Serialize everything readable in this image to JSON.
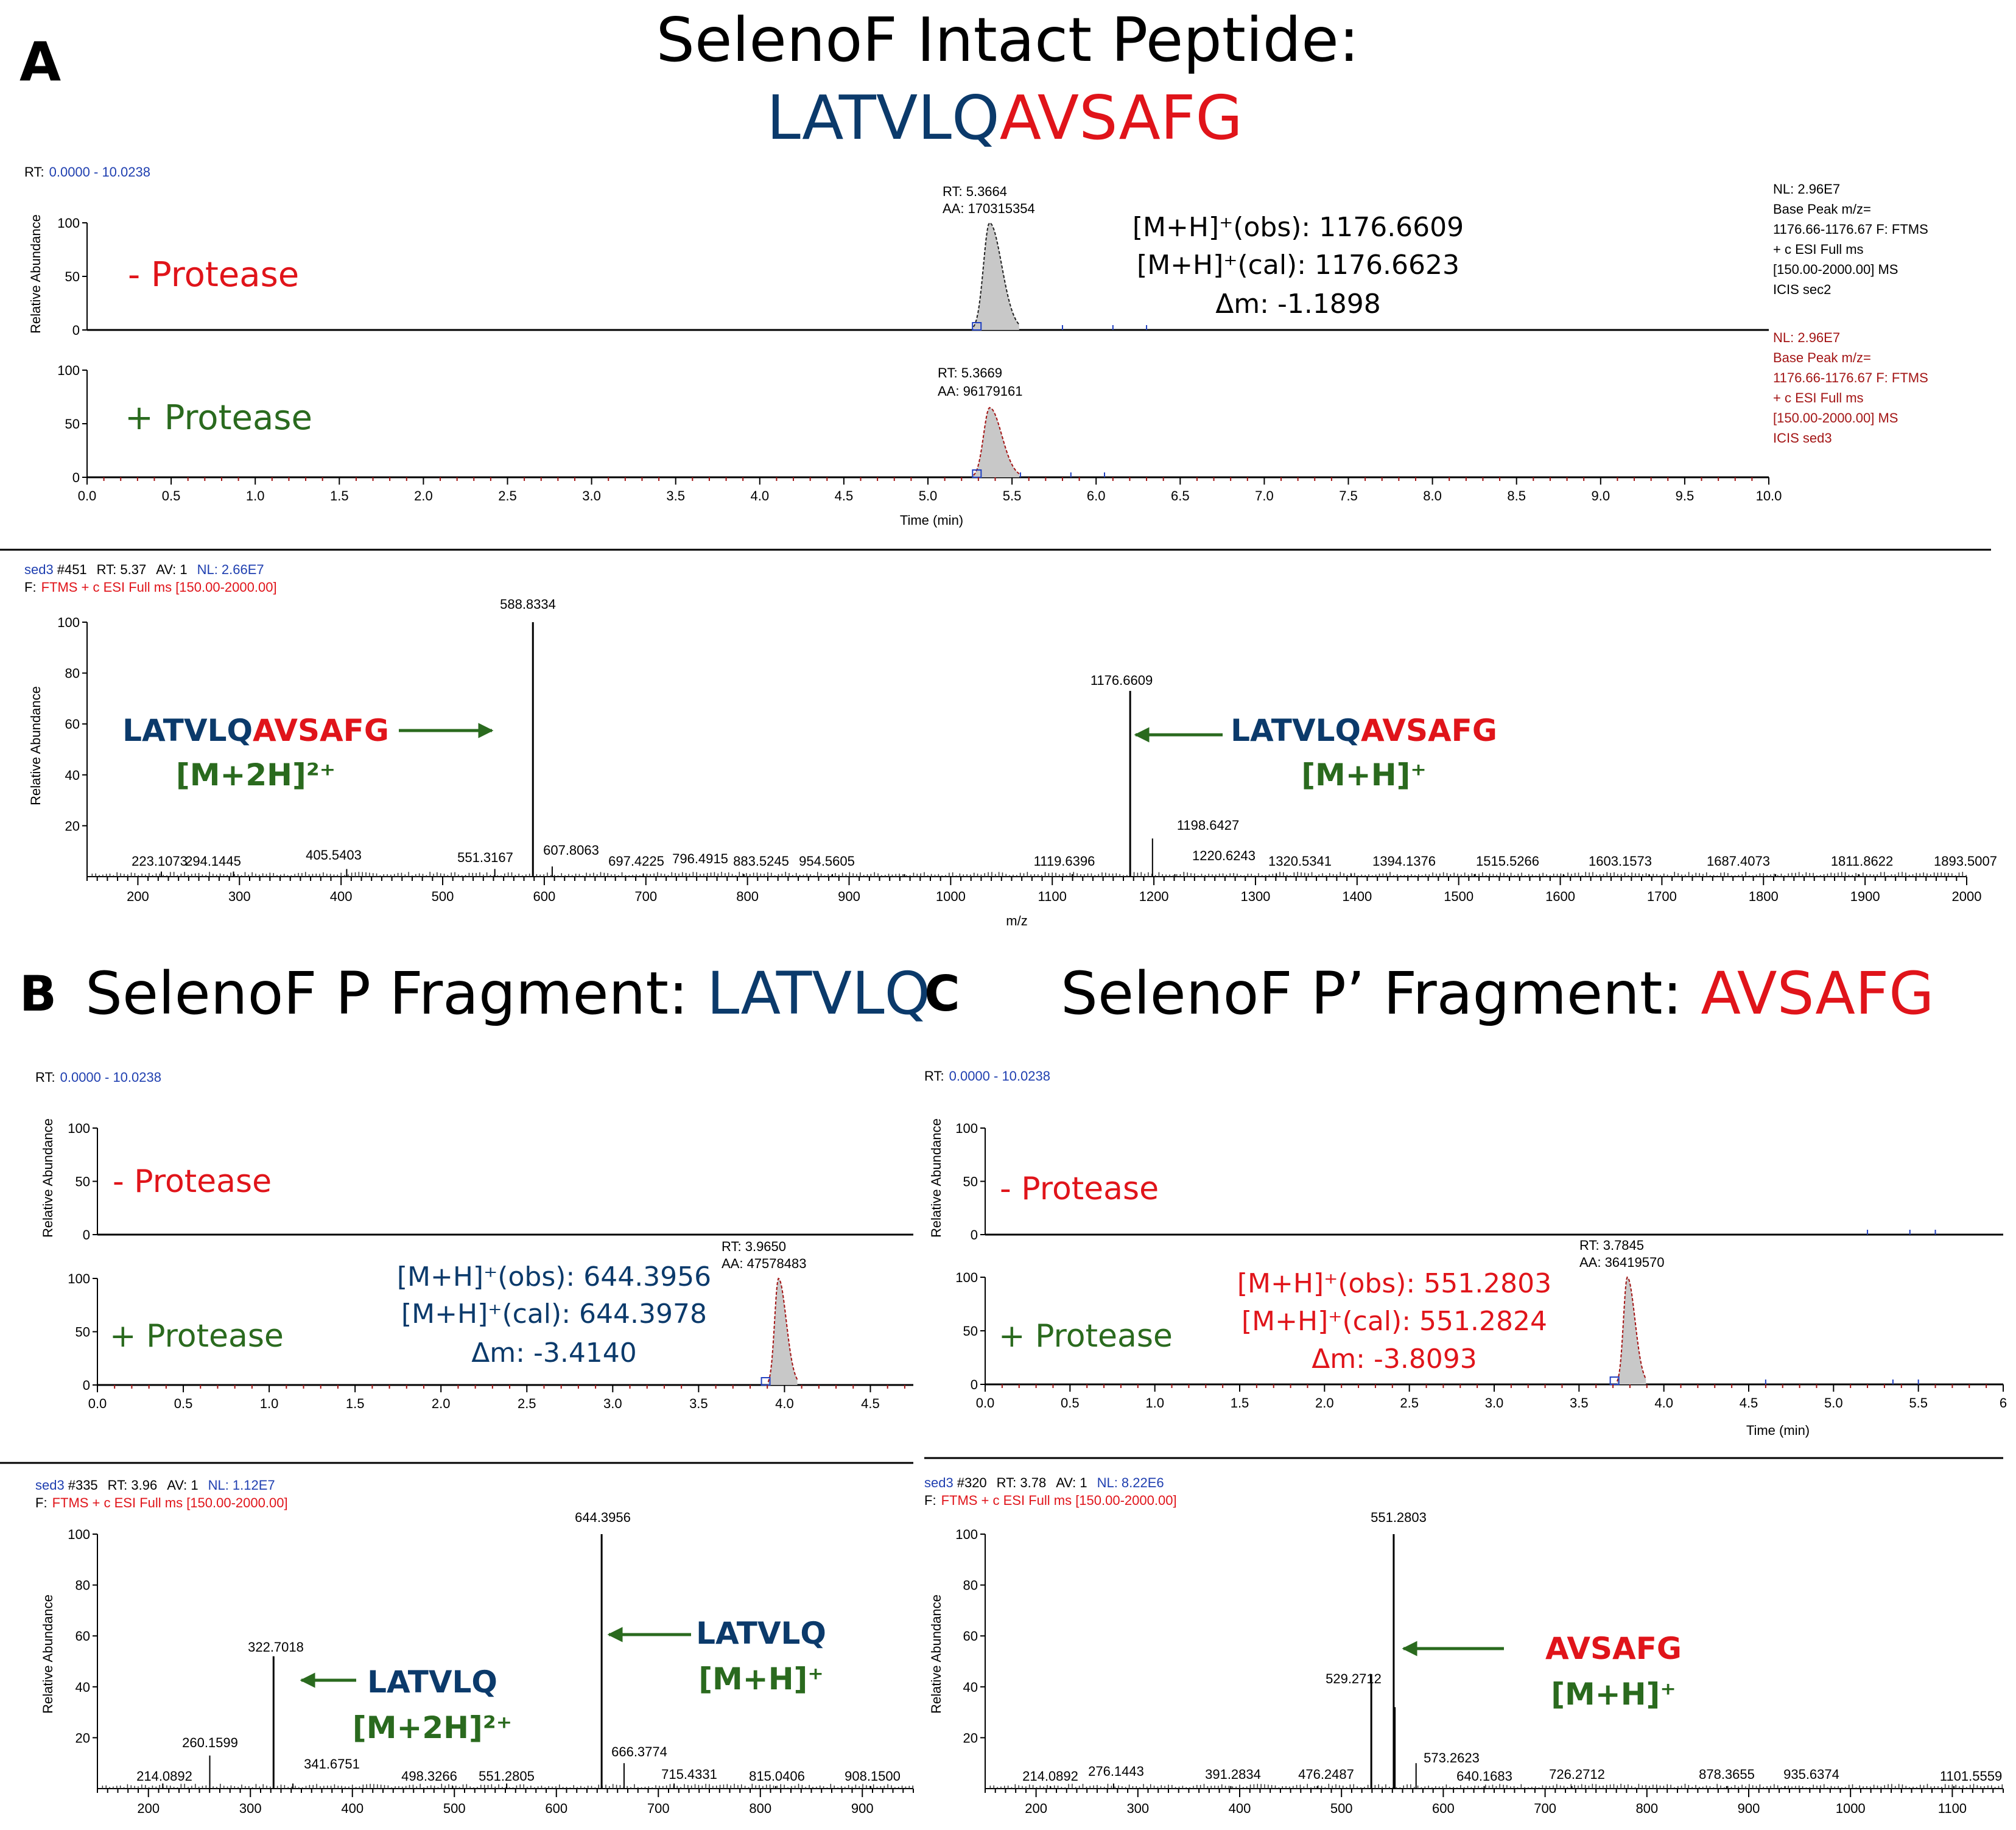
{
  "colors": {
    "blue": "#0b3a6b",
    "red": "#e0141a",
    "green": "#2a6a1e",
    "darkred": "#a31515",
    "trace": "#444444",
    "fill": "#c8c8c8",
    "link": "#1f3fb0"
  },
  "panelA": {
    "letter": "A",
    "title_line1": "SelenoF Intact Peptide:",
    "seq_part1": "LATVLQ",
    "seq_part2": "AVSAFG",
    "rt_label": "RT:",
    "rt_range": "0.0000 - 10.0238",
    "chrom1": {
      "condition": "- Protease",
      "peak_rt": "RT: 5.3664",
      "peak_aa": "AA: 170315354",
      "mh_obs": "[M+H]⁺(obs): 1176.6609",
      "mh_cal": "[M+H]⁺(cal): 1176.6623",
      "dm": "Δm: -1.1898",
      "info": [
        "NL: 2.96E7",
        "Base Peak m/z=",
        "1176.66-1176.67 F: FTMS",
        "+ c ESI Full ms",
        "[150.00-2000.00]  MS",
        "ICIS sec2"
      ]
    },
    "chrom2": {
      "condition": "+ Protease",
      "peak_rt": "RT: 5.3669",
      "peak_aa": "AA: 96179161",
      "info": [
        "NL: 2.96E7",
        "Base Peak m/z=",
        "1176.66-1176.67 F: FTMS",
        "+ c ESI Full ms",
        "[150.00-2000.00]  MS",
        "ICIS sed3"
      ]
    },
    "xlabel": "Time (min)",
    "chrom_ticks": [
      "0.0",
      "0.5",
      "1.0",
      "1.5",
      "2.0",
      "2.5",
      "3.0",
      "3.5",
      "4.0",
      "4.5",
      "5.0",
      "5.5",
      "6.0",
      "6.5",
      "7.0",
      "7.5",
      "8.0",
      "8.5",
      "9.0",
      "9.5",
      "10.0"
    ],
    "spec_header": {
      "file": "sed3",
      "scan": "#451",
      "rt": "RT: 5.37",
      "av": "AV: 1",
      "nl": "NL: 2.66E7",
      "filter_f": "F:",
      "filter": "FTMS + c ESI Full ms [150.00-2000.00]"
    },
    "spec_xlabel": "m/z",
    "spec_xticks": [
      "200",
      "300",
      "400",
      "500",
      "600",
      "700",
      "800",
      "900",
      "1000",
      "1100",
      "1200",
      "1300",
      "1400",
      "1500",
      "1600",
      "1700",
      "1800",
      "1900",
      "2000"
    ],
    "spec_yticks": [
      "20",
      "40",
      "60",
      "80",
      "100"
    ],
    "ann_left": {
      "seq1": "LATVLQ",
      "seq2": "AVSAFG",
      "ion": "[M+2H]²⁺"
    },
    "ann_right": {
      "seq1": "LATVLQ",
      "seq2": "AVSAFG",
      "ion": "[M+H]⁺"
    }
  },
  "panelB": {
    "letter": "B",
    "title": "SelenoF P Fragment: ",
    "title_seq": "LATVLQ",
    "rt_label": "RT:",
    "rt_range": "0.0000 - 10.0238",
    "cond_minus": "- Protease",
    "cond_plus": "+ Protease",
    "peak_rt": "RT: 3.9650",
    "peak_aa": "AA: 47578483",
    "mh_obs": "[M+H]⁺(obs): 644.3956",
    "mh_cal": "[M+H]⁺(cal): 644.3978",
    "dm": "Δm: -3.4140",
    "chrom_ticks": [
      "0.0",
      "0.5",
      "1.0",
      "1.5",
      "2.0",
      "2.5",
      "3.0",
      "3.5",
      "4.0",
      "4.5"
    ],
    "spec_header": {
      "file": "sed3",
      "scan": "#335",
      "rt": "RT: 3.96",
      "av": "AV: 1",
      "nl": "NL: 1.12E7",
      "filter_f": "F:",
      "filter": "FTMS + c ESI Full ms [150.00-2000.00]"
    },
    "spec_xticks": [
      "200",
      "300",
      "400",
      "500",
      "600",
      "700",
      "800",
      "900"
    ],
    "spec_yticks": [
      "20",
      "40",
      "60",
      "80",
      "100"
    ],
    "ann_a": {
      "seq": "LATVLQ",
      "ion": "[M+2H]²⁺"
    },
    "ann_b": {
      "seq": "LATVLQ",
      "ion": "[M+H]⁺"
    }
  },
  "panelC": {
    "letter": "C",
    "title": "SelenoF P’ Fragment: ",
    "title_seq": "AVSAFG",
    "rt_label": "RT:",
    "rt_range": "0.0000 - 10.0238",
    "cond_minus": "- Protease",
    "cond_plus": "+ Protease",
    "peak_rt": "RT: 3.7845",
    "peak_aa": "AA: 36419570",
    "mh_obs": "[M+H]⁺(obs): 551.2803",
    "mh_cal": "[M+H]⁺(cal): 551.2824",
    "dm": "Δm: -3.8093",
    "xlabel": "Time (min)",
    "chrom_ticks": [
      "0.0",
      "0.5",
      "1.0",
      "1.5",
      "2.0",
      "2.5",
      "3.0",
      "3.5",
      "4.0",
      "4.5",
      "5.0",
      "5.5",
      "6"
    ],
    "spec_header": {
      "file": "sed3",
      "scan": "#320",
      "rt": "RT: 3.78",
      "av": "AV: 1",
      "nl": "NL: 8.22E6",
      "filter_f": "F:",
      "filter": "FTMS + c ESI Full ms [150.00-2000.00]"
    },
    "spec_xticks": [
      "200",
      "300",
      "400",
      "500",
      "600",
      "700",
      "800",
      "900",
      "1000",
      "1100"
    ],
    "spec_yticks": [
      "20",
      "40",
      "60",
      "80",
      "100"
    ],
    "ann": {
      "seq": "AVSAFG",
      "ion": "[M+H]⁺"
    }
  },
  "chrom_yticks": [
    "0",
    "50",
    "100"
  ],
  "ylabel": "Relative Abundance",
  "chart_data": [
    {
      "type": "line",
      "name": "A chromatogram - Protease",
      "x_range": [
        0,
        10
      ],
      "ylim": [
        0,
        100
      ],
      "peak": {
        "rt": 5.3664,
        "height": 100
      }
    },
    {
      "type": "line",
      "name": "A chromatogram + Protease",
      "x_range": [
        0,
        10
      ],
      "ylim": [
        0,
        100
      ],
      "peak": {
        "rt": 5.3669,
        "height": 65
      }
    },
    {
      "type": "bar",
      "name": "A mass spectrum",
      "xlim": [
        150,
        2000
      ],
      "ylim": [
        0,
        100
      ],
      "peaks": [
        {
          "mz": 223.1073,
          "rel": 2
        },
        {
          "mz": 294.1445,
          "rel": 2
        },
        {
          "mz": 405.5403,
          "rel": 3
        },
        {
          "mz": 551.3167,
          "rel": 3
        },
        {
          "mz": 588.8334,
          "rel": 100
        },
        {
          "mz": 607.8063,
          "rel": 4
        },
        {
          "mz": 697.4225,
          "rel": 1
        },
        {
          "mz": 796.4915,
          "rel": 1
        },
        {
          "mz": 883.5245,
          "rel": 1
        },
        {
          "mz": 954.5605,
          "rel": 1
        },
        {
          "mz": 1119.6396,
          "rel": 1
        },
        {
          "mz": 1176.6609,
          "rel": 73
        },
        {
          "mz": 1198.6427,
          "rel": 15
        },
        {
          "mz": 1220.6243,
          "rel": 1
        },
        {
          "mz": 1320.5341,
          "rel": 1
        },
        {
          "mz": 1394.1376,
          "rel": 1
        },
        {
          "mz": 1515.5266,
          "rel": 1
        },
        {
          "mz": 1603.1573,
          "rel": 1
        },
        {
          "mz": 1687.4073,
          "rel": 1
        },
        {
          "mz": 1811.8622,
          "rel": 1
        },
        {
          "mz": 1893.5007,
          "rel": 1
        }
      ],
      "labels": [
        "223.1073",
        "294.1445",
        "405.5403",
        "551.3167",
        "588.8334",
        "607.8063",
        "697.4225",
        "796.4915",
        "883.5245",
        "954.5605",
        "1119.6396",
        "1176.6609",
        "1198.6427",
        "1220.6243",
        "1320.5341",
        "1394.1376",
        "1515.5266",
        "1603.1573",
        "1687.4073",
        "1811.8622",
        "1893.5007"
      ]
    },
    {
      "type": "line",
      "name": "B chromatogram + Protease",
      "x_range": [
        0,
        4.75
      ],
      "ylim": [
        0,
        100
      ],
      "peak": {
        "rt": 3.965,
        "height": 100
      }
    },
    {
      "type": "bar",
      "name": "B mass spectrum",
      "xlim": [
        150,
        950
      ],
      "ylim": [
        0,
        100
      ],
      "peaks": [
        {
          "mz": 214.0892,
          "rel": 2
        },
        {
          "mz": 260.1599,
          "rel": 13
        },
        {
          "mz": 322.7018,
          "rel": 52
        },
        {
          "mz": 341.6751,
          "rel": 2
        },
        {
          "mz": 498.3266,
          "rel": 1
        },
        {
          "mz": 551.2805,
          "rel": 2
        },
        {
          "mz": 644.3956,
          "rel": 100
        },
        {
          "mz": 666.3774,
          "rel": 10
        },
        {
          "mz": 715.4331,
          "rel": 2
        },
        {
          "mz": 815.0406,
          "rel": 1
        },
        {
          "mz": 908.15,
          "rel": 1
        }
      ],
      "labels": [
        "214.0892",
        "260.1599",
        "322.7018",
        "341.6751",
        "498.3266",
        "551.2805",
        "644.3956",
        "666.3774",
        "715.4331",
        "815.0406",
        "908.1500"
      ]
    },
    {
      "type": "line",
      "name": "C chromatogram + Protease",
      "x_range": [
        0,
        6
      ],
      "ylim": [
        0,
        100
      ],
      "peak": {
        "rt": 3.7845,
        "height": 100
      }
    },
    {
      "type": "bar",
      "name": "C mass spectrum",
      "xlim": [
        150,
        1150
      ],
      "ylim": [
        0,
        100
      ],
      "peaks": [
        {
          "mz": 214.0892,
          "rel": 1
        },
        {
          "mz": 276.1443,
          "rel": 2
        },
        {
          "mz": 391.2834,
          "rel": 1
        },
        {
          "mz": 476.2487,
          "rel": 1
        },
        {
          "mz": 529.2712,
          "rel": 45
        },
        {
          "mz": 551.2803,
          "rel": 100
        },
        {
          "mz": 552.28,
          "rel": 32
        },
        {
          "mz": 573.2623,
          "rel": 10
        },
        {
          "mz": 640.1683,
          "rel": 1
        },
        {
          "mz": 726.2712,
          "rel": 1
        },
        {
          "mz": 878.3655,
          "rel": 1
        },
        {
          "mz": 935.6374,
          "rel": 1
        },
        {
          "mz": 1101.5559,
          "rel": 1
        }
      ],
      "labels": [
        "214.0892",
        "276.1443",
        "391.2834",
        "476.2487",
        "529.2712",
        "551.2803",
        "573.2623",
        "640.1683",
        "726.2712",
        "878.3655",
        "935.6374",
        "1101.5559"
      ]
    }
  ]
}
